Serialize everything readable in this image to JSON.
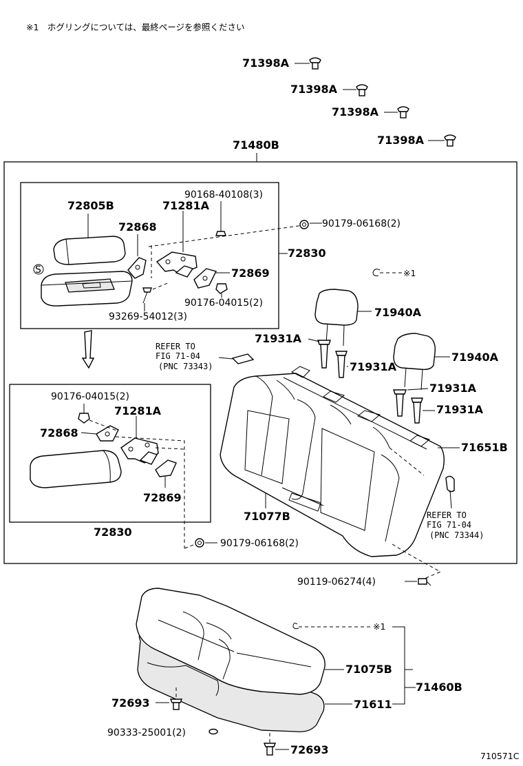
{
  "note_header": "※1　ホグリングについては、最終ページを参照ください",
  "diagram_code": "710571C",
  "refer_to": {
    "upper": {
      "line1": "REFER TO",
      "line2": "FIG 71-04",
      "line3": "(PNC 73343)"
    },
    "right": {
      "line1": "REFER TO",
      "line2": "FIG 71-04",
      "line3": "(PNC 73344)"
    }
  },
  "sym_s": "S",
  "callout_mark": "※1",
  "parts": [
    {
      "id": "71398A-1",
      "pn": "71398A",
      "qty": ""
    },
    {
      "id": "71398A-2",
      "pn": "71398A",
      "qty": ""
    },
    {
      "id": "71398A-3",
      "pn": "71398A",
      "qty": ""
    },
    {
      "id": "71398A-4",
      "pn": "71398A",
      "qty": ""
    },
    {
      "id": "71480B",
      "pn": "71480B",
      "qty": ""
    },
    {
      "id": "90168-40108",
      "pn": "90168-40108",
      "qty": "(3)"
    },
    {
      "id": "72805B",
      "pn": "72805B",
      "qty": ""
    },
    {
      "id": "71281A-1",
      "pn": "71281A",
      "qty": ""
    },
    {
      "id": "72868-1",
      "pn": "72868",
      "qty": ""
    },
    {
      "id": "90179-06168-1",
      "pn": "90179-06168",
      "qty": "(2)"
    },
    {
      "id": "72830-1",
      "pn": "72830",
      "qty": ""
    },
    {
      "id": "72869-1",
      "pn": "72869",
      "qty": ""
    },
    {
      "id": "90176-04015-1",
      "pn": "90176-04015",
      "qty": "(2)"
    },
    {
      "id": "93269-54012",
      "pn": "93269-54012",
      "qty": "(3)"
    },
    {
      "id": "71940A-1",
      "pn": "71940A",
      "qty": ""
    },
    {
      "id": "71931A-1",
      "pn": "71931A",
      "qty": ""
    },
    {
      "id": "71931A-2",
      "pn": "71931A",
      "qty": ""
    },
    {
      "id": "71940A-2",
      "pn": "71940A",
      "qty": ""
    },
    {
      "id": "71931A-3",
      "pn": "71931A",
      "qty": ""
    },
    {
      "id": "71931A-4",
      "pn": "71931A",
      "qty": ""
    },
    {
      "id": "90176-04015-2",
      "pn": "90176-04015",
      "qty": "(2)"
    },
    {
      "id": "71281A-2",
      "pn": "71281A",
      "qty": ""
    },
    {
      "id": "72868-2",
      "pn": "72868",
      "qty": ""
    },
    {
      "id": "71651B",
      "pn": "71651B",
      "qty": ""
    },
    {
      "id": "72869-2",
      "pn": "72869",
      "qty": ""
    },
    {
      "id": "71077B",
      "pn": "71077B",
      "qty": ""
    },
    {
      "id": "72830-2",
      "pn": "72830",
      "qty": ""
    },
    {
      "id": "90179-06168-2",
      "pn": "90179-06168",
      "qty": "(2)"
    },
    {
      "id": "90119-06274",
      "pn": "90119-06274",
      "qty": "(4)"
    },
    {
      "id": "71075B",
      "pn": "71075B",
      "qty": ""
    },
    {
      "id": "71460B",
      "pn": "71460B",
      "qty": ""
    },
    {
      "id": "72693-1",
      "pn": "72693",
      "qty": ""
    },
    {
      "id": "71611",
      "pn": "71611",
      "qty": ""
    },
    {
      "id": "90333-25001",
      "pn": "90333-25001",
      "qty": "(2)"
    },
    {
      "id": "72693-2",
      "pn": "72693",
      "qty": ""
    }
  ]
}
